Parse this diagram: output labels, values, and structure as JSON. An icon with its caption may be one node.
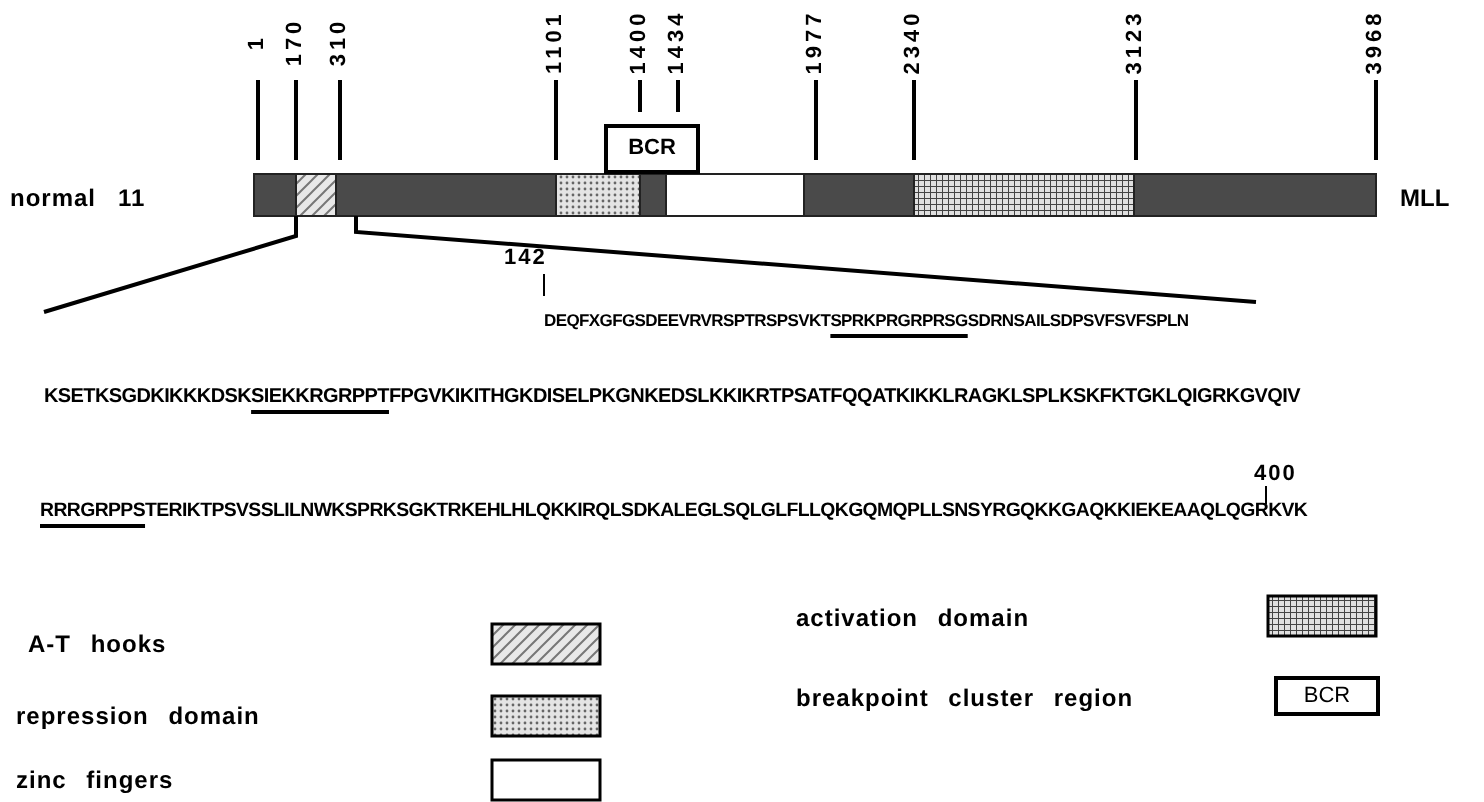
{
  "diagram": {
    "nodes": [
      {
        "text": [
          "BCR"
        ]
      }
    ],
    "labels": [
      "1",
      "170",
      "310",
      "1101",
      "1400",
      "1434",
      "1977",
      "2340",
      "3123",
      "3968",
      "normal 11",
      "MLL",
      "142",
      "DEQFXGFGSDEEVRVRSPTRSPSVKT",
      "SPRKPRGRPRSG",
      "SDRNSAILSDPSVFSVFSPLN",
      "KSETKSGDKIKKKDSK",
      "SIEKKRGRPPT",
      "FPGVKIKITHGKDISELPKGNKEDSLKKIKRTPSATFQQATKIKKLRAGKLSPLKSKFKTGKLQIGRKGVQIV",
      "400",
      "RRRGRPPS",
      "TERIKTPSVSSLILNWKSPRKSGKTRKEHLHLQKKIRQLSDKALEGLSQLGLFLLQKGQMQPLLSNSYRGQKKGAQKKIEKEAAQLQGRKVK",
      "BCR"
    ],
    "legend": [
      {
        "text": "A-T hooks"
      },
      {
        "text": "repression domain"
      },
      {
        "text": "zinc fingers"
      },
      {
        "text": "activation domain"
      },
      {
        "text": "breakpoint cluster region"
      }
    ]
  }
}
